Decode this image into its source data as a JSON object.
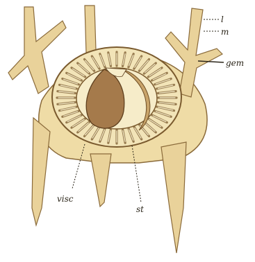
{
  "labels": {
    "l": "l",
    "m": "m",
    "gem": "gem",
    "visc": "visc",
    "st": "st"
  },
  "colors": {
    "background": "#ffffff",
    "tissue_fill": "#efdca6",
    "tissue_outline": "#8a6a3a",
    "branch_fill": "#e9d29a",
    "ring_fill": "#f2e4b8",
    "ring_outline": "#7a5a2e",
    "lumen_fill": "#f6ecc9",
    "core_fill": "#a57a4b",
    "core_outline": "#5e3f1e",
    "ink": "#2a2418"
  }
}
